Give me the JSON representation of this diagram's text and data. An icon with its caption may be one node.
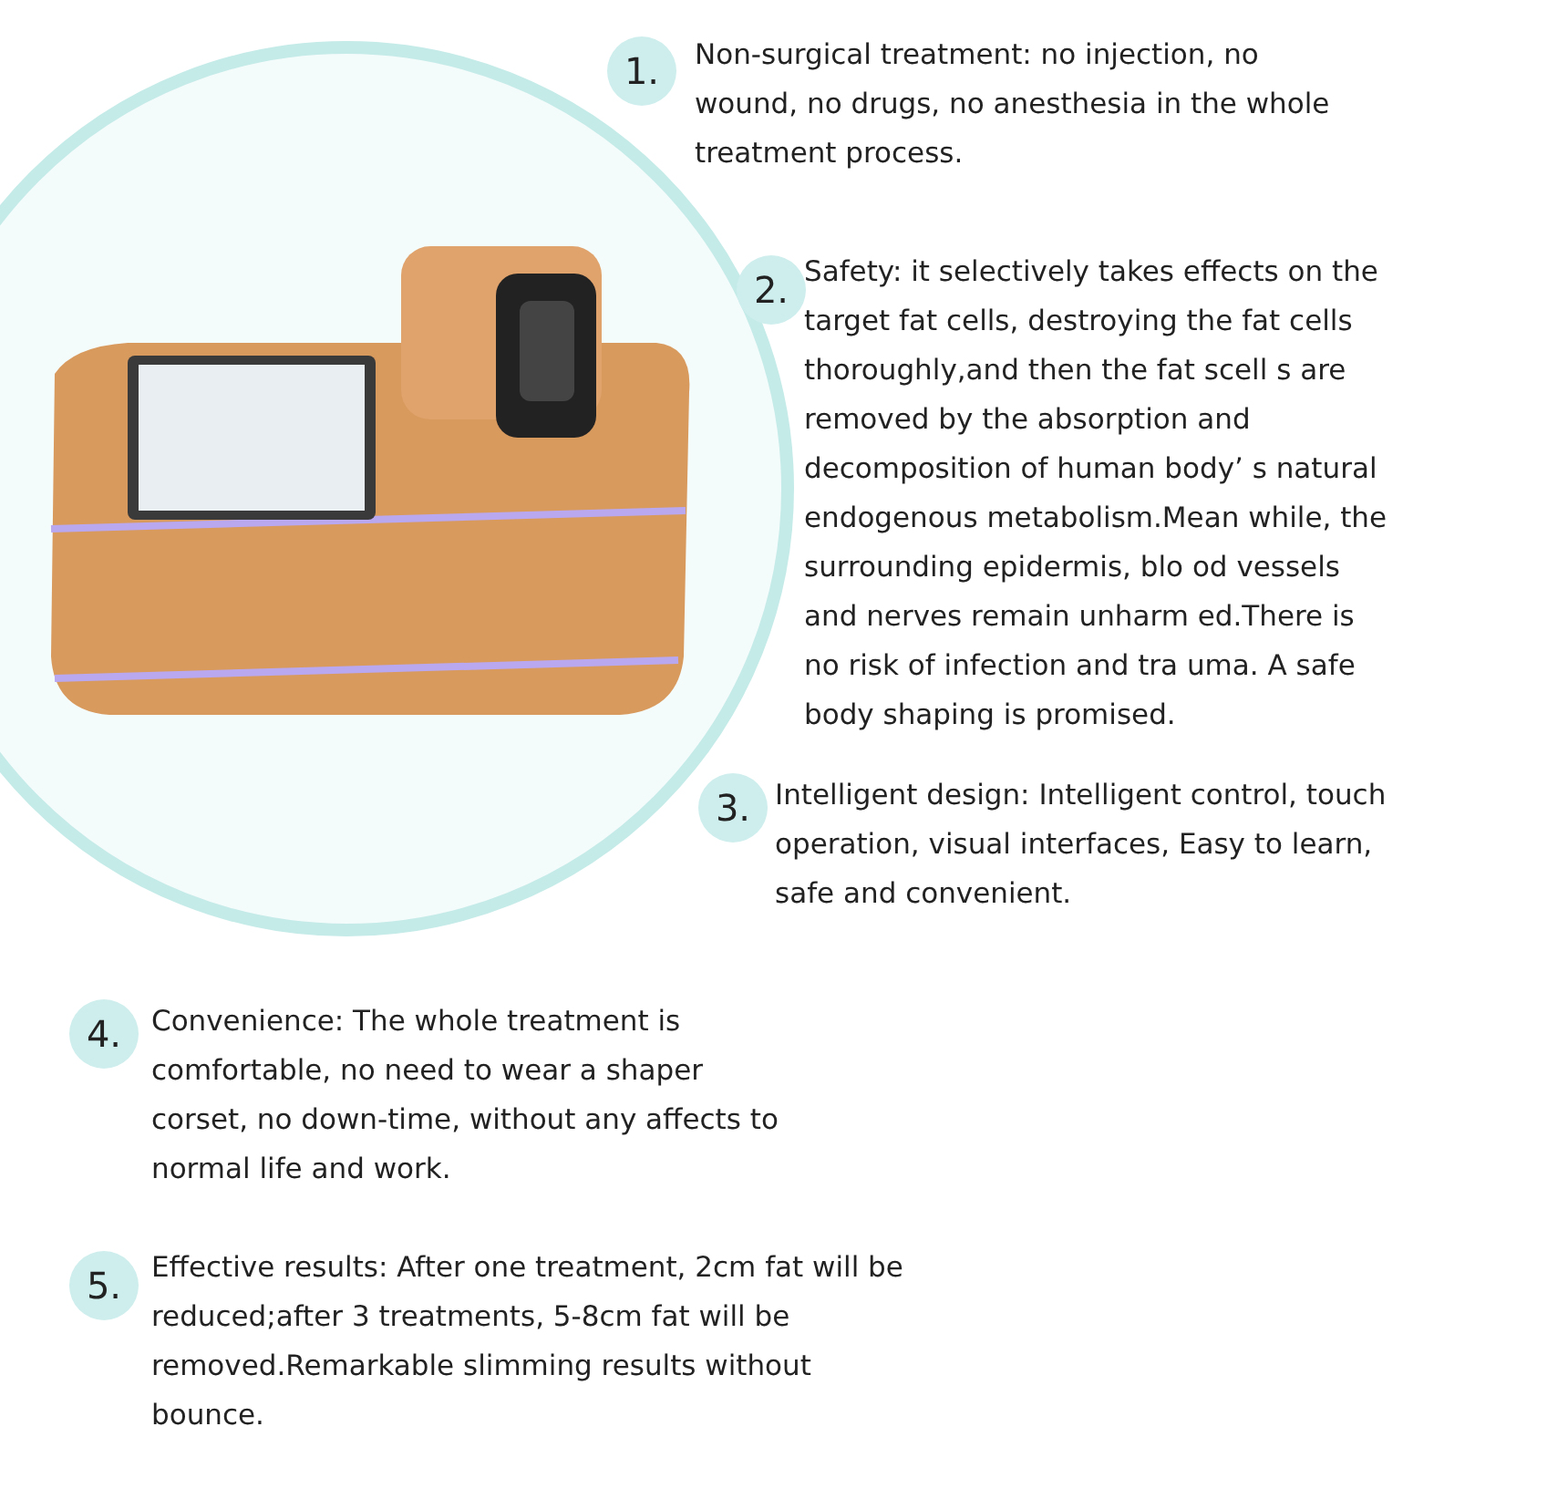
{
  "diagram": {
    "nodes": [
      {
        "text": [
          "1."
        ],
        "beside": [
          "Non-surgical treatment: no injection, no wound, no drugs, no anesthesia in the whole treatment process."
        ]
      },
      {
        "text": [
          "2."
        ],
        "beside": [
          "Safety: it selectively takes effects on the target fat cells, destroying the fat cells thoroughly,and then the fat scell s are removed by the absorption and decomposition of human body’ s natural endogenous metabolism.Mean while, the surrounding epidermis, blo od vessels and nerves remain unharm ed.There is no risk of infection and tra uma. A safe body shaping is promised."
        ]
      },
      {
        "text": [
          "3."
        ],
        "beside": [
          "Intelligent design: Intelligent control, touch operation, visual interfaces, Easy to learn, safe and convenient."
        ]
      },
      {
        "text": [
          "4."
        ],
        "beside": [
          "Convenience: The whole treatment is comfortable, no need to wear a shaper corset, no down-time, without any affects to normal life and work."
        ]
      },
      {
        "text": [
          "5."
        ],
        "beside": [
          "Effective results: After one treatment, 2cm fat will be reduced;after 3 treatments, 5-8cm fat will be removed.Remarkable slimming results without bounce."
        ]
      }
    ]
  }
}
